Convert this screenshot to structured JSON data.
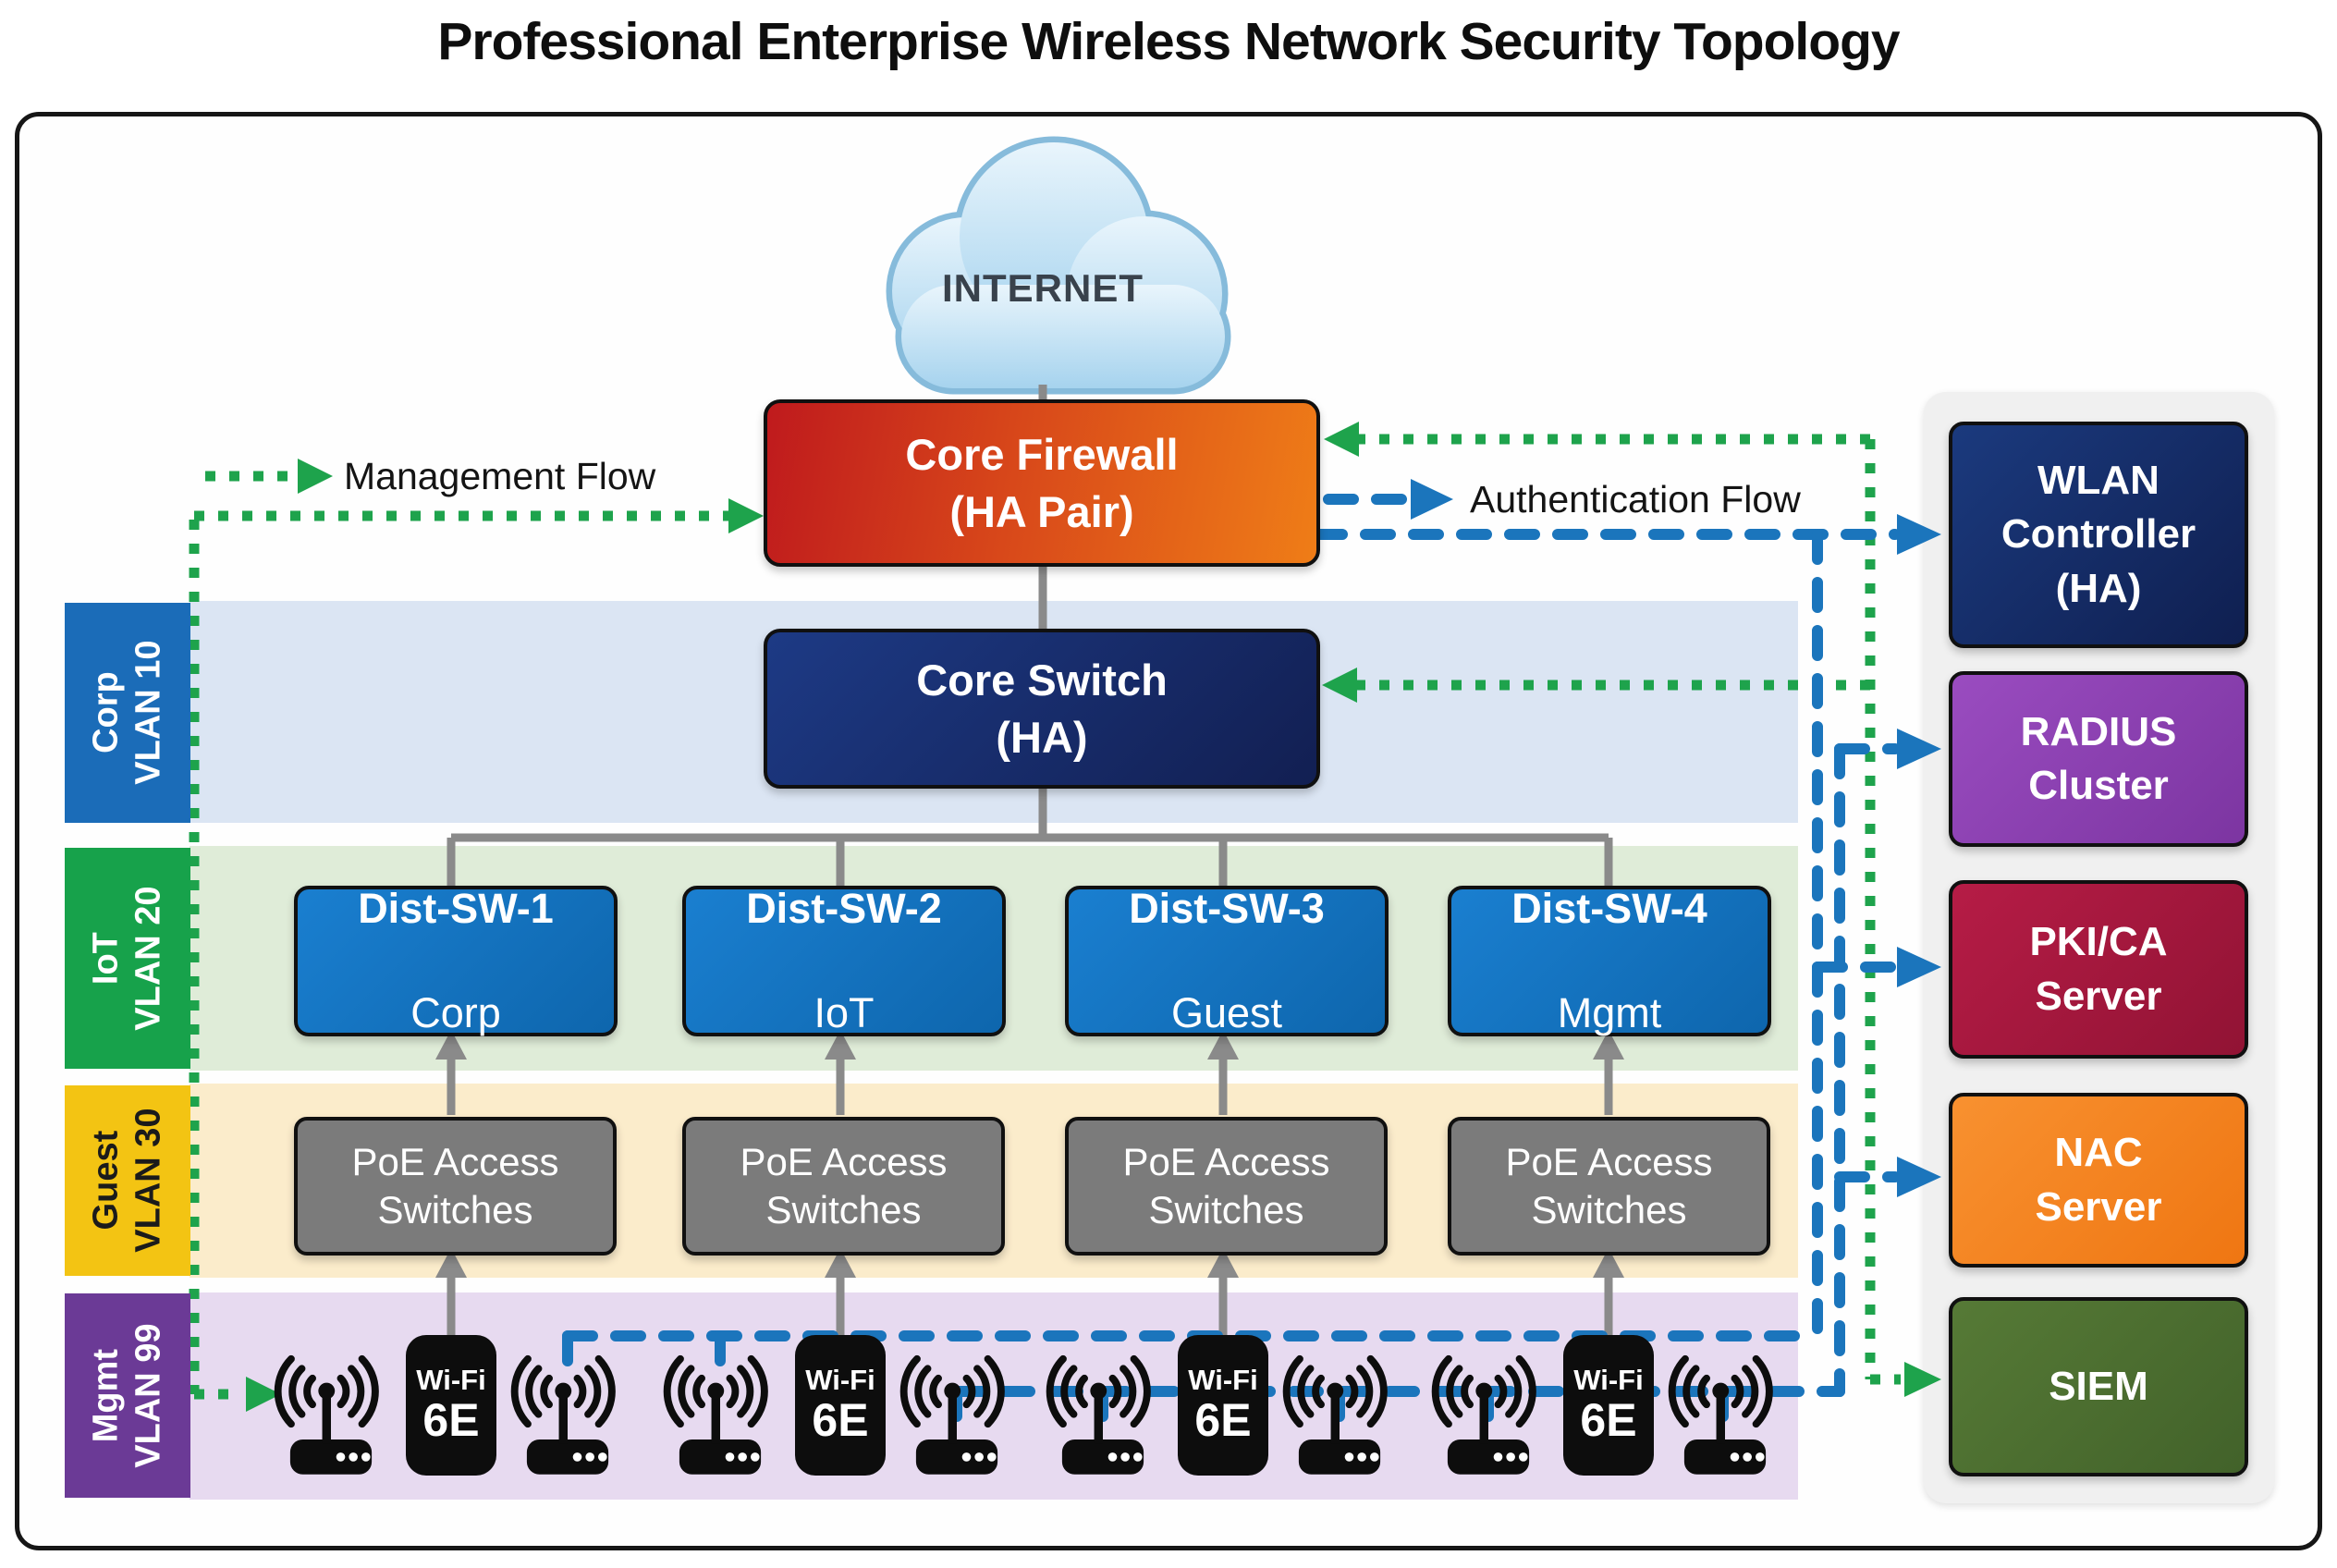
{
  "title": "Professional Enterprise Wireless Network Security Topology",
  "cloud": {
    "label": "INTERNET"
  },
  "legend": {
    "management": {
      "label": "Management Flow",
      "color": "#1ea34c",
      "style": "dotted"
    },
    "authentication": {
      "label": "Authentication Flow",
      "color": "#1b75bc",
      "style": "dashed"
    }
  },
  "core": {
    "firewall": {
      "label": "Core Firewall\n(HA Pair)",
      "color_start": "#bf1a1d",
      "color_end": "#ef7d17"
    },
    "switch": {
      "label": "Core Switch\n(HA)",
      "color": "#16296b"
    }
  },
  "vlans": [
    {
      "name": "Corp",
      "vlan": "VLAN 10",
      "label_color": "#1b6cb8",
      "band_color": "#dbe5f3"
    },
    {
      "name": "IoT",
      "vlan": "VLAN 20",
      "label_color": "#17a24b",
      "band_color": "#dfecd8"
    },
    {
      "name": "Guest",
      "vlan": "VLAN 30",
      "label_color": "#f3c413",
      "band_color": "#fbeccb"
    },
    {
      "name": "Mgmt",
      "vlan": "VLAN 99",
      "label_color": "#6b3a96",
      "band_color": "#e7daf0"
    }
  ],
  "distribution": [
    {
      "name": "Dist-SW-1",
      "segment": "Corp"
    },
    {
      "name": "Dist-SW-2",
      "segment": "IoT"
    },
    {
      "name": "Dist-SW-3",
      "segment": "Guest"
    },
    {
      "name": "Dist-SW-4",
      "segment": "Mgmt"
    }
  ],
  "access": {
    "poe_label": "PoE Access\nSwitches"
  },
  "wireless": {
    "badge_line1": "Wi-Fi",
    "badge_line2": "6E"
  },
  "services": [
    {
      "label": "WLAN\nController\n(HA)",
      "color": "#152a68"
    },
    {
      "label": "RADIUS\nCluster",
      "color": "#8a3fb0"
    },
    {
      "label": "PKI/CA\nServer",
      "color": "#a8173f"
    },
    {
      "label": "NAC\nServer",
      "color": "#f58220"
    },
    {
      "label": "SIEM",
      "color": "#4d7030"
    }
  ]
}
